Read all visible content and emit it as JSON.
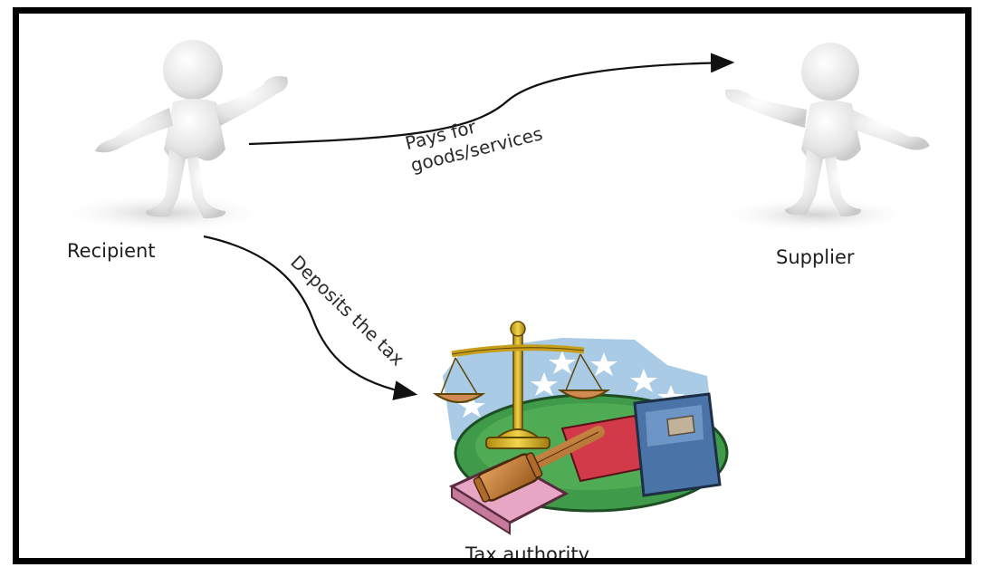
{
  "nodes": {
    "recipient": "Recipient",
    "supplier": "Supplier",
    "tax_authority": "Tax authority"
  },
  "edges": {
    "recipient_to_supplier": [
      "Pays for",
      "goods/services"
    ],
    "recipient_to_tax_authority": "Deposits the tax"
  },
  "colors": {
    "frame": "#000000",
    "arrow": "#111111",
    "figure": "#e6e6e6"
  }
}
